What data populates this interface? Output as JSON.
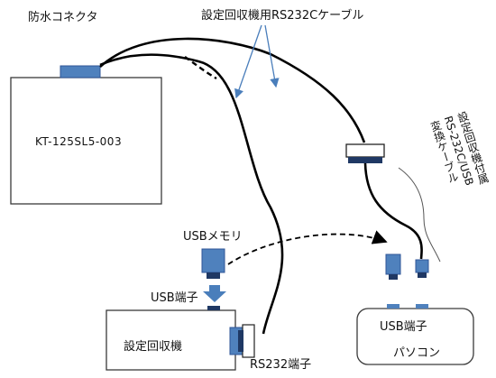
{
  "labels": {
    "waterproof_connector": "防水コネクタ",
    "rs232c_cable": "設定回収機用RS232Cケーブル",
    "logger_model": "KT-125SL5-003",
    "usb_memory": "USBメモリ",
    "usb_port_collector": "USB端子",
    "collector": "設定回収機",
    "rs232_port": "RS232端子",
    "usb_port_pc": "USB端子",
    "pc": "パソコン",
    "adapter_cable": [
      "設定回収機付属",
      "RS-232C/USB",
      "変換ケーブル"
    ]
  },
  "colors": {
    "outline": "#3a3a3a",
    "cable": "#000000",
    "connector_blue": "#4f81bd",
    "connector_dark": "#1f3864",
    "arrow_blue": "#4a7ebb",
    "bracket": "#555555"
  }
}
